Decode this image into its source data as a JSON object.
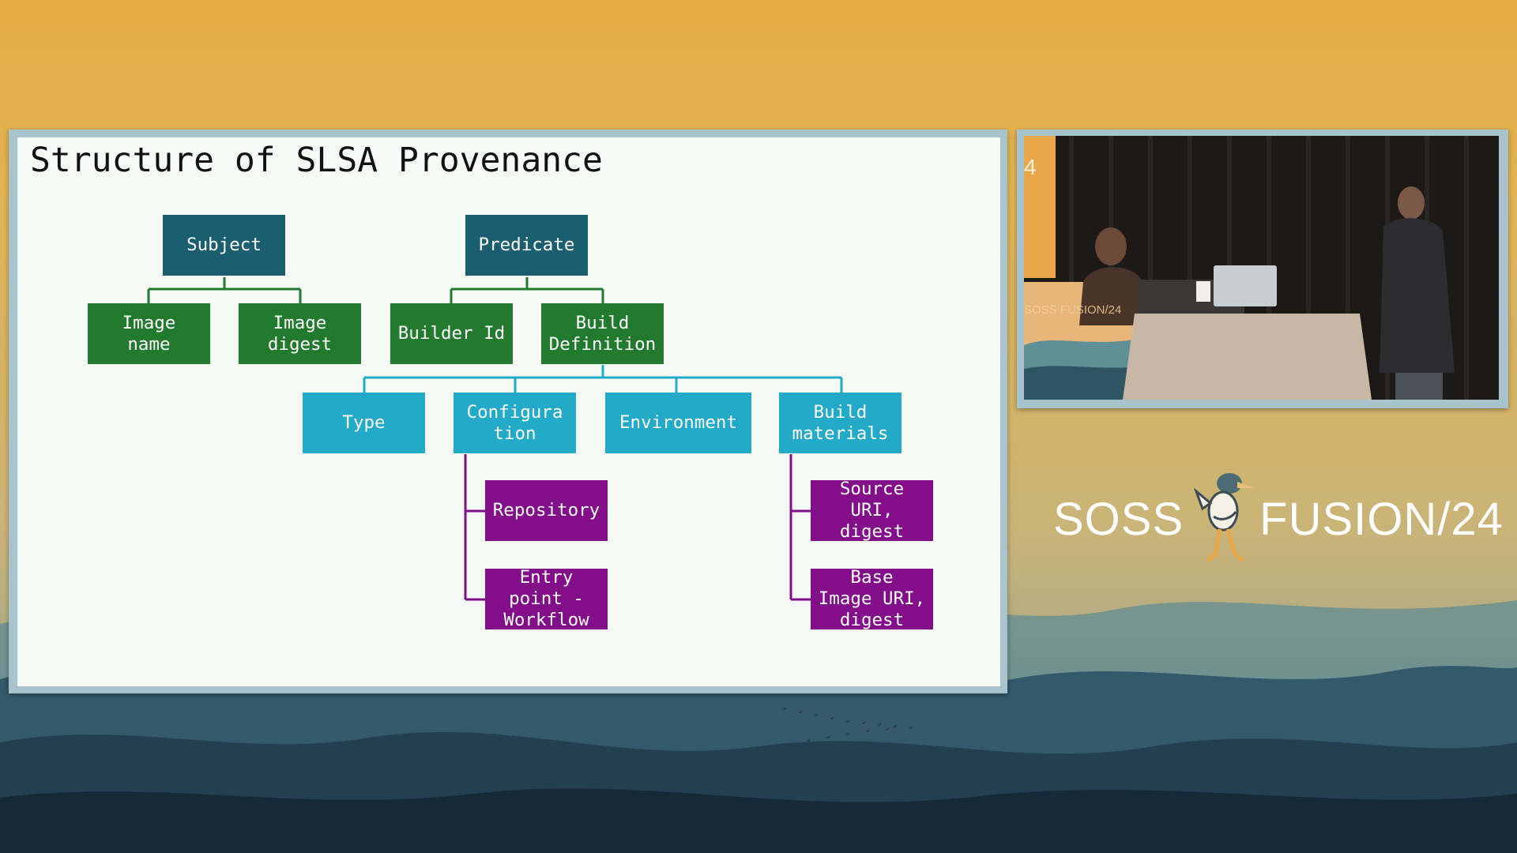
{
  "slide": {
    "title": "Structure of SLSA Provenance",
    "nodes": {
      "subject": "Subject",
      "predicate": "Predicate",
      "image_name": "Image\nname",
      "image_digest": "Image\ndigest",
      "builder_id": "Builder Id",
      "build_definition": "Build\nDefinition",
      "type": "Type",
      "configuration": "Configura\ntion",
      "environment": "Environment",
      "build_materials": "Build\nmaterials",
      "repository": "Repository",
      "entry_point": "Entry\npoint -\nWorkflow",
      "source_uri": "Source\nURI,\ndigest",
      "base_image": "Base\nImage URI,\ndigest"
    }
  },
  "camera": {
    "stage_number": "4",
    "podium_sign": "SOSS FUSION/24"
  },
  "brand": {
    "left": "SOSS",
    "right": "FUSION/24",
    "mascot_icon": "roadrunner-mascot-icon"
  },
  "colors": {
    "teal": "#1b5e70",
    "green": "#227a2e",
    "cyan": "#23aac8",
    "purple": "#830e8a"
  }
}
